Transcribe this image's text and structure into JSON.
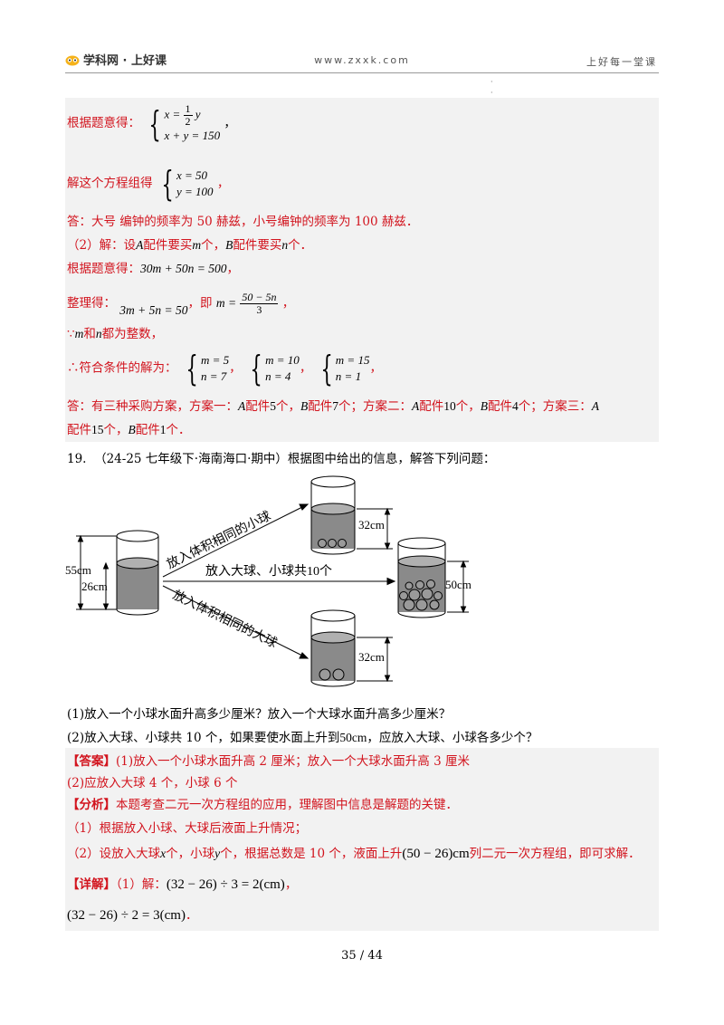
{
  "header": {
    "logo_text": "学科网 · 上好课",
    "url": "www.zxxk.com",
    "slogan": "上好每一堂课"
  },
  "solution_part1": {
    "line1_label": "根据题意得：",
    "system1_row1_lhs": "x =",
    "system1_row1_frac_num": "1",
    "system1_row1_frac_den": "2",
    "system1_row1_var": "y",
    "system1_row2": "x + y = 150",
    "line2_label": "解这个方程组得",
    "system2_row1": "x = 50",
    "system2_row2": "y = 100",
    "answer1": "答：大号 编钟的频率为 50 赫兹，小号编钟的频率为 100 赫兹．"
  },
  "solution_part2": {
    "intro_a": "（2）解：设",
    "var_A": "A",
    "intro_b": "配件要买",
    "var_m": "m",
    "intro_c": "个，",
    "var_B": "B",
    "intro_d": "配件要买",
    "var_n": "n",
    "intro_e": "个．",
    "eq_label": "根据题意得：",
    "eq": "30m + 50n = 500",
    "simplify_label": "整理得：",
    "simplified": "3m + 5n = 50",
    "simplify_mid": "，即",
    "m_expr_lhs": "m =",
    "m_expr_num": "50 − 5n",
    "m_expr_den": "3",
    "int_prefix": "∵",
    "int_m": "m",
    "int_and": "和",
    "int_n": "n",
    "int_suffix": "都为整数，",
    "sol_label": "∴符合条件的解为：",
    "sol1_row1": "m = 5",
    "sol1_row2": "n = 7",
    "sol2_row1": "m = 10",
    "sol2_row2": "n = 4",
    "sol3_row1": "m = 15",
    "sol3_row2": "n = 1",
    "answer_a": "答：有三种采购方案，方案一：",
    "ans_A1": "A",
    "ans_txt1": "配件",
    "ans_n1": "5",
    "ans_txt2": "个，",
    "ans_B1": "B",
    "ans_txt3": "配件",
    "ans_n2": "7",
    "ans_txt4": "个；方案二：",
    "ans_A2": "A",
    "ans_txt5": "配件",
    "ans_n3": "10",
    "ans_txt6": "个，",
    "ans_B2": "B",
    "ans_txt7": "配件",
    "ans_n4": "4",
    "ans_txt8": "个；方案三：",
    "ans_A3": "A",
    "answer_b_pre": "配件",
    "ans_n5": "15",
    "answer_b_mid": "个，",
    "ans_B3": "B",
    "answer_b_mid2": "配件",
    "ans_n6": "1",
    "answer_b_end": "个．"
  },
  "question19": {
    "number": "19.",
    "source": "（24-25 七年级下·海南海口·期中）根据图中给出的信息，解答下列问题：",
    "figure": {
      "label_55": "55cm",
      "label_26": "26cm",
      "label_32_top": "32cm",
      "label_32_bottom": "32cm",
      "label_50": "50cm",
      "arrow_top_text": "放入体积相同的小球",
      "arrow_mid_text": "放入大球、小球共10个",
      "arrow_bottom_text": "放入体积相同的大球"
    },
    "q1": "(1)放入一个小球水面升高多少厘米？放入一个大球水面升高多少厘米？",
    "q2_a": "(2)放入大球、小球共 10 个，如果要使水面上升到",
    "q2_val": "50cm",
    "q2_b": "，应放入大球、小球各多少个？"
  },
  "answer19": {
    "ans_tag": "【答案】",
    "ans1": "(1)放入一个小球水面升高 2 厘米；放入一个大球水面升高 3 厘米",
    "ans2": "(2)应放入大球 4 个，小球 6 个",
    "analysis_tag": "【分析】",
    "analysis": "本题考查二元一次方程组的应用，理解图中信息是解题的关键．",
    "step1": "（1）根据放入小球、大球后液面上升情况；",
    "step2_a": "（2）设放入大球",
    "step2_x": "x",
    "step2_b": "个，小球",
    "step2_y": "y",
    "step2_c": "个，根据总数是 10 个，液面上升",
    "step2_expr": "(50 − 26)cm",
    "step2_d": "列二元一次方程组，即可求解．",
    "detail_tag": "【详解】",
    "detail_a": "（1）解：",
    "detail_expr1": "(32 − 26) ÷ 3 = 2(cm)",
    "detail_comma": "，",
    "detail_expr2": "(32 − 26) ÷ 2 = 3(cm)",
    "detail_end": "．"
  },
  "footer": {
    "page": "35  /  44"
  }
}
